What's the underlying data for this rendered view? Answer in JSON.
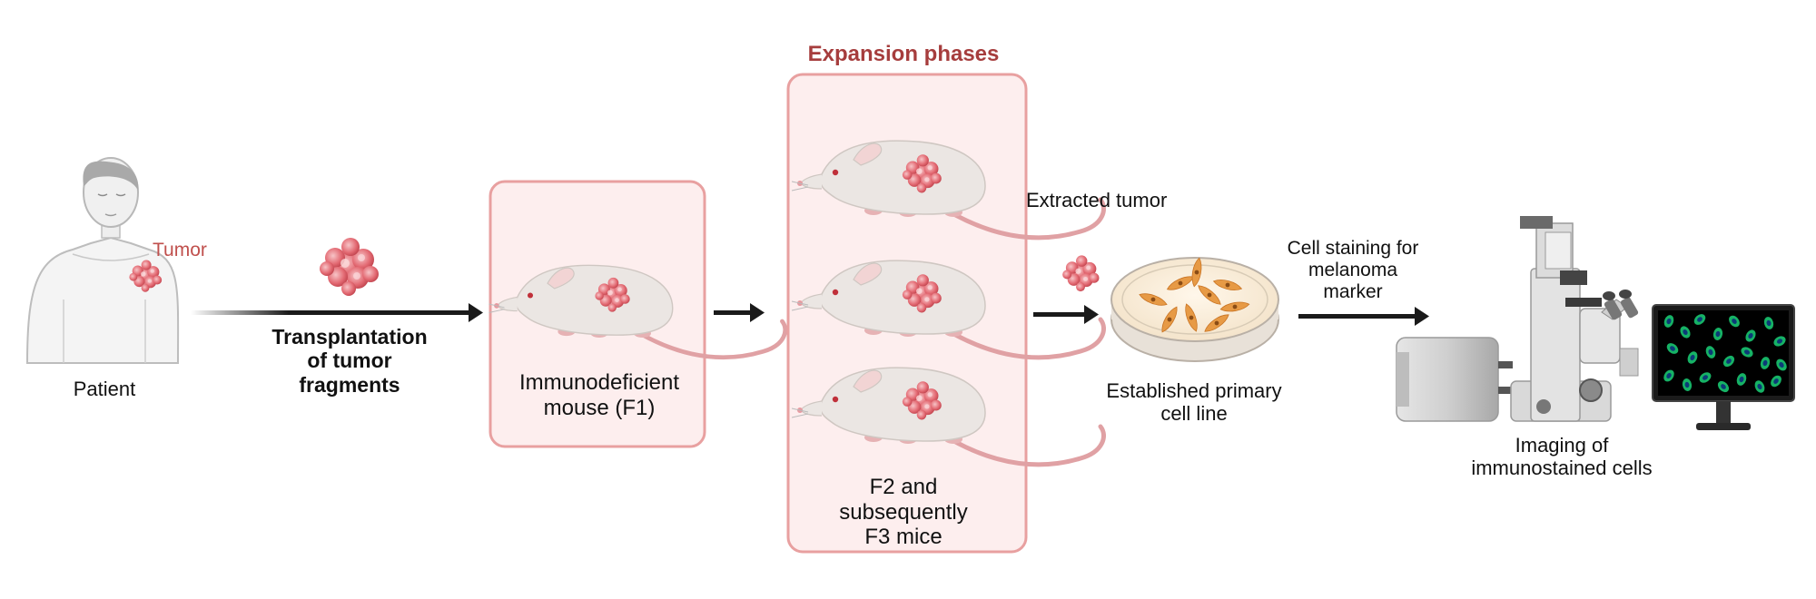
{
  "labels": {
    "patient": "Patient",
    "tumor": "Tumor",
    "transplantation": [
      "Transplantation",
      "of tumor",
      "fragments"
    ],
    "mouse_f1": [
      "Immunodeficient",
      "mouse (F1)"
    ],
    "expansion_phases": "Expansion phases",
    "f2_f3": [
      "F2 and",
      "subsequently",
      "F3 mice"
    ],
    "extracted_tumor": "Extracted tumor",
    "established_line": [
      "Established primary",
      "cell line"
    ],
    "cell_staining": [
      "Cell staining for",
      "melanoma",
      "marker"
    ],
    "imaging": [
      "Imaging of",
      "immunostained cells"
    ]
  },
  "colors": {
    "box_fill": "#fdeeee",
    "box_stroke": "#e8a0a0",
    "tumor": "#d9535c",
    "tumor_light": "#f1a0a6",
    "accent_title": "#a63d3d",
    "arrow": "#1a1a1a",
    "cell": "#e79a45",
    "stain": "#28d07a"
  },
  "icons": [
    "patient-icon",
    "tumor-fragment-icon",
    "mouse-icon",
    "petri-dish-icon",
    "microscope-icon",
    "monitor-icon"
  ]
}
